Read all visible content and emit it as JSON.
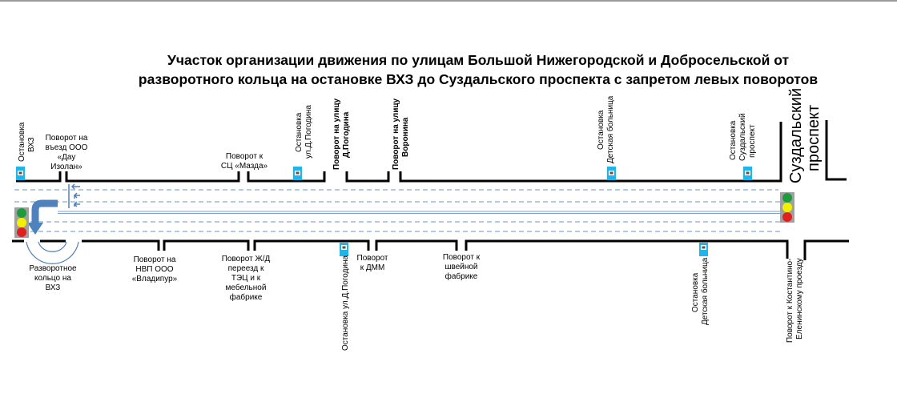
{
  "title": {
    "line1": "Участок организации движения по улицам Большой Нижегородской и Добросельской от",
    "line2": "разворотного кольца на остановке ВХЗ до Суздальского проспекта с запретом левых поворотов"
  },
  "top_labels": {
    "stop_vhz": [
      "Остановка",
      "ВХЗ"
    ],
    "turn_dau": [
      "Поворот на",
      "въезд ООО",
      "«Дау",
      "Изолан»"
    ],
    "turn_mazda": [
      "Поворот к",
      "СЦ «Мазда»"
    ],
    "stop_pogodina": [
      "Остановка",
      "ул.Д.Погодина"
    ],
    "turn_pogodina": [
      "Поворот на улицу",
      "Д.Погодина"
    ],
    "turn_voronina": [
      "Поворот на улицу",
      "Воронина"
    ],
    "stop_hospital": [
      "Остановка",
      "Детская больница"
    ],
    "stop_suzdal": [
      "Остановка",
      "Суздальский",
      "проспект"
    ],
    "suzdal_prospect": [
      "Суздальский",
      "проспект"
    ]
  },
  "bottom_labels": {
    "ring_vhz": [
      "Разворотное",
      "кольцо на",
      "ВХЗ"
    ],
    "turn_vladipur": [
      "Поворот на",
      "НВП ООО",
      "«Владипур»"
    ],
    "turn_railway": [
      "Поворот Ж/Д",
      "переезд к",
      "ТЭЦ и к",
      "мебельной",
      "фабрике"
    ],
    "stop_pogodina": "Остановка ул.Д.Погодина",
    "turn_dmm": [
      "Поворот",
      "к ДММ"
    ],
    "turn_sewing": [
      "Поворот к",
      "швейной",
      "фабрике"
    ],
    "stop_hospital": [
      "Остановка",
      "Детская больница"
    ],
    "turn_konstantino": [
      "Поворот к Костантино-",
      "Еленинскому проезду"
    ]
  },
  "colors": {
    "bus_stop": "#1fb5e8",
    "arrow": "#4f81bd",
    "lane_line": "#8aa9d3",
    "light_green": "#1e9b3c",
    "light_yellow": "#f2f200",
    "light_red": "#e02020",
    "light_body": "#a0a0a0"
  }
}
